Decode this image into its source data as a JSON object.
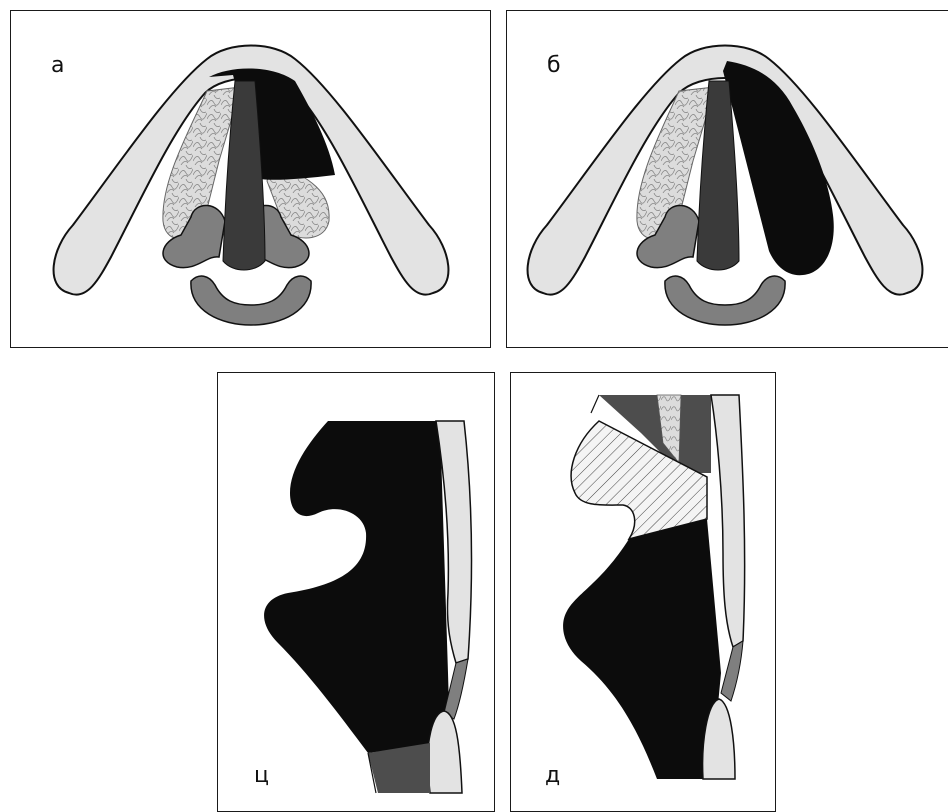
{
  "panels": [
    {
      "id": "a",
      "label": "а"
    },
    {
      "id": "b",
      "label": "б"
    },
    {
      "id": "c",
      "label": "ц"
    },
    {
      "id": "d",
      "label": "д"
    }
  ],
  "colors": {
    "border": "#1a1a1a",
    "cartilage_light": "#e3e3e3",
    "mid_grey": "#7f7f7f",
    "dark_grey": "#4d4d4d",
    "black": "#0c0c0c",
    "lesion_outline": "#000000"
  }
}
